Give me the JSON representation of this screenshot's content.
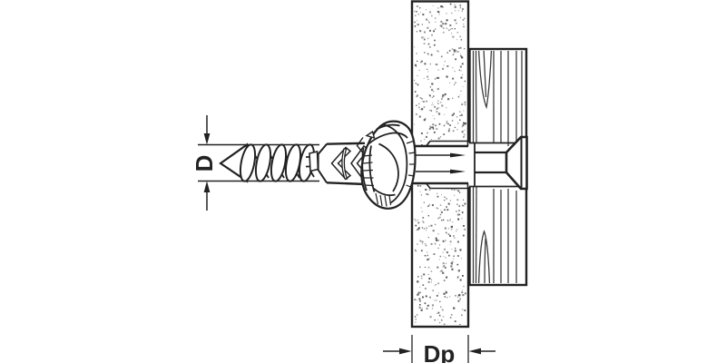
{
  "figure": {
    "description": "Cross-section installation diagram of a knotting universal wall plug with screw through a panel wall with wooden board behind",
    "labels": {
      "diameter": "D",
      "panel_thickness": "Dp"
    }
  },
  "colors": {
    "line": "#222222",
    "background": "#ffffff",
    "stipple": "#4a4a4a",
    "grain": "#3c3c3c"
  }
}
